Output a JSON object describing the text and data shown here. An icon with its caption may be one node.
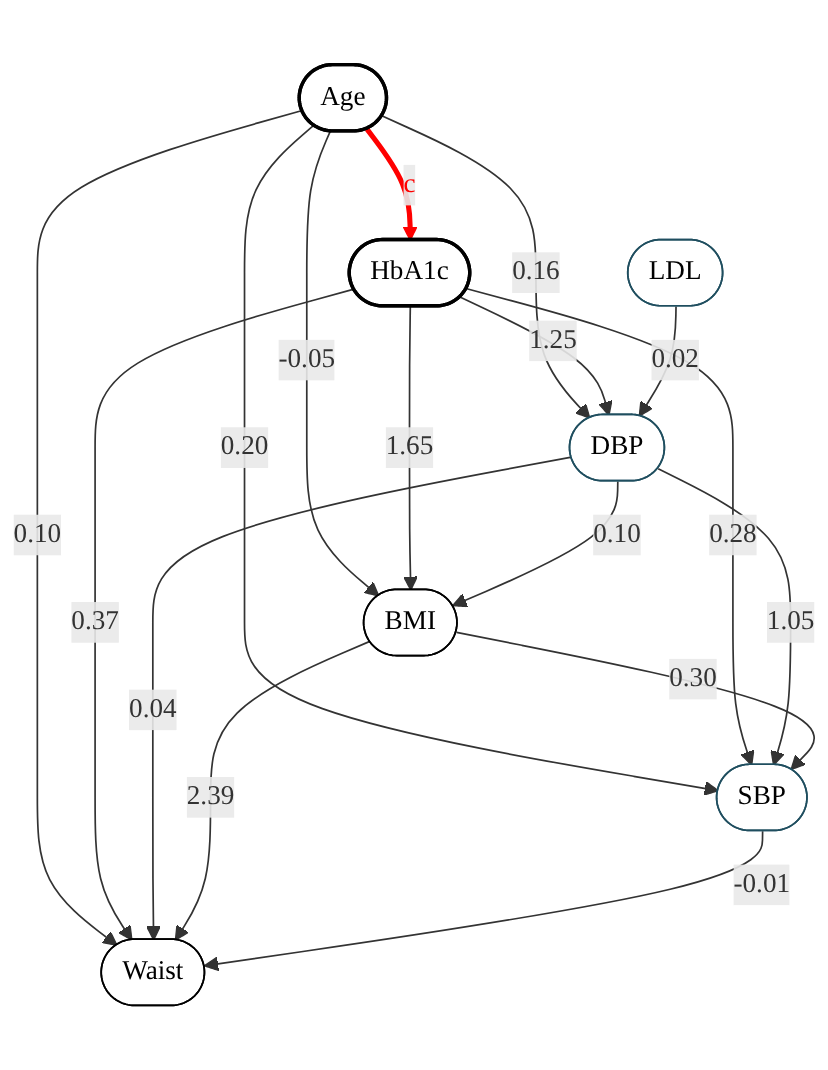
{
  "diagram": {
    "nodes": [
      {
        "text": [
          "Age"
        ]
      },
      {
        "text": [
          "HbA1c"
        ]
      },
      {
        "text": [
          "LDL"
        ]
      },
      {
        "text": [
          "DBP"
        ]
      },
      {
        "text": [
          "BMI"
        ]
      },
      {
        "text": [
          "SBP"
        ]
      },
      {
        "text": [
          "Waist"
        ]
      }
    ],
    "edges": [
      {
        "from": 0,
        "to": 1,
        "arrow": "to",
        "label": "c",
        "style": "thick",
        "color": "#ff0000"
      },
      {
        "from": 0,
        "to": 4,
        "arrow": "to",
        "label": "-0.05"
      },
      {
        "from": 0,
        "to": 5,
        "arrow": "to",
        "label": "0.20"
      },
      {
        "from": 0,
        "to": 3,
        "arrow": "to",
        "label": "0.16"
      },
      {
        "from": 0,
        "to": 6,
        "arrow": "to",
        "label": "0.10"
      },
      {
        "from": 1,
        "to": 3,
        "arrow": "to",
        "label": "1.25"
      },
      {
        "from": 1,
        "to": 4,
        "arrow": "to",
        "label": "1.65"
      },
      {
        "from": 1,
        "to": 5,
        "arrow": "to",
        "label": "0.28"
      },
      {
        "from": 1,
        "to": 6,
        "arrow": "to",
        "label": "0.37"
      },
      {
        "from": 2,
        "to": 3,
        "arrow": "to",
        "label": "0.02"
      },
      {
        "from": 3,
        "to": 4,
        "arrow": "to",
        "label": "0.10"
      },
      {
        "from": 3,
        "to": 5,
        "arrow": "to",
        "label": "1.05"
      },
      {
        "from": 3,
        "to": 6,
        "arrow": "to",
        "label": "0.04"
      },
      {
        "from": 4,
        "to": 5,
        "arrow": "to",
        "label": "0.30"
      },
      {
        "from": 4,
        "to": 6,
        "arrow": "to",
        "label": "2.39"
      },
      {
        "from": 5,
        "to": 6,
        "arrow": "to",
        "label": "-0.01"
      }
    ]
  }
}
